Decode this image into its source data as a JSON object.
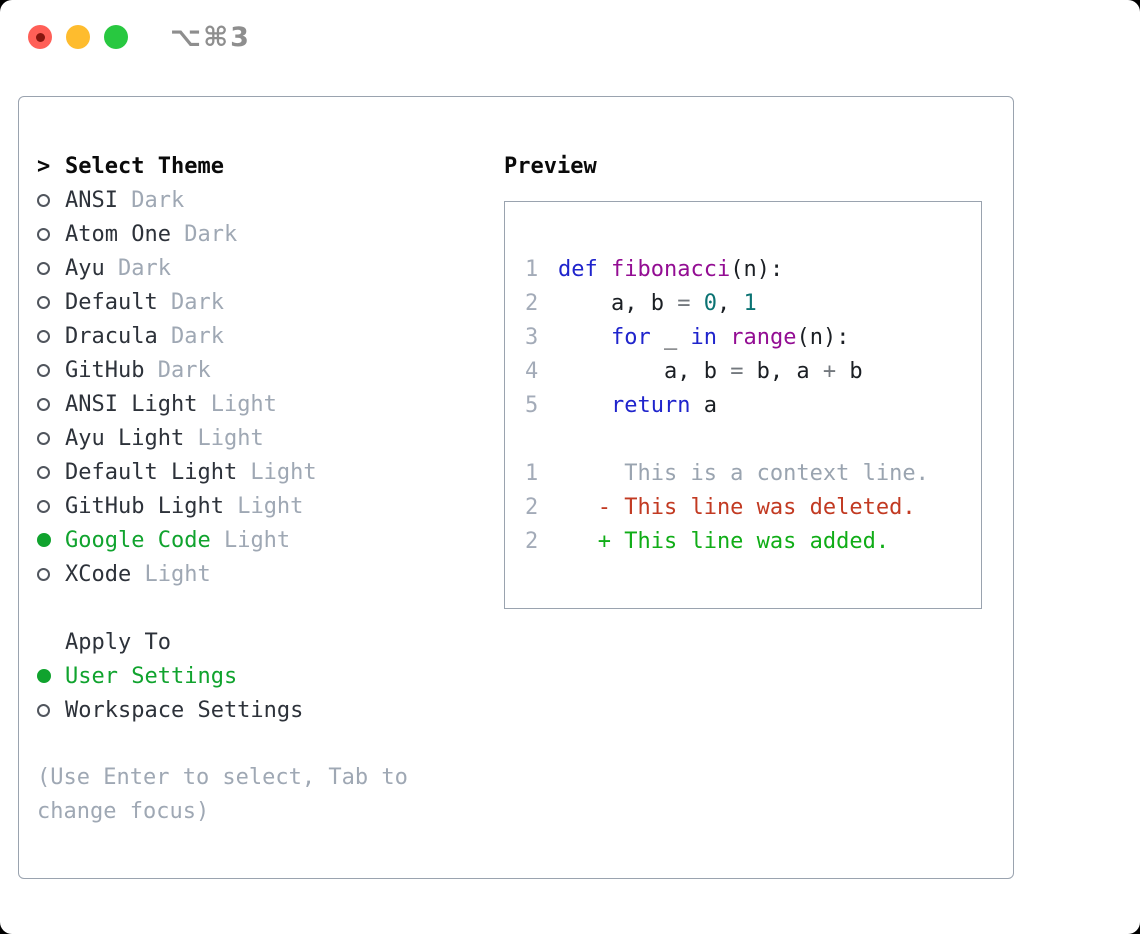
{
  "titlebar": {
    "shortcut": "⌥⌘3",
    "traffic_lights": [
      "close",
      "minimize",
      "zoom"
    ]
  },
  "colors": {
    "selection_green": "#10a32e",
    "diff_added_green": "#10ad17",
    "diff_deleted_red": "#c23a22",
    "muted_gray": "#9fa8b4",
    "border_gray": "#9aa3af",
    "keyword_blue": "#1f24cc",
    "function_purple": "#930d93",
    "number_teal": "#0b7373",
    "traffic_red": "#ff5f57",
    "traffic_yellow": "#febc2e",
    "traffic_green": "#28c840"
  },
  "theme_panel": {
    "header_prefix": ">",
    "header": "Select Theme",
    "themes": [
      {
        "name": "ANSI",
        "variant": "Dark",
        "selected": false
      },
      {
        "name": "Atom One",
        "variant": "Dark",
        "selected": false
      },
      {
        "name": "Ayu",
        "variant": "Dark",
        "selected": false
      },
      {
        "name": "Default",
        "variant": "Dark",
        "selected": false
      },
      {
        "name": "Dracula",
        "variant": "Dark",
        "selected": false
      },
      {
        "name": "GitHub",
        "variant": "Dark",
        "selected": false
      },
      {
        "name": "ANSI Light",
        "variant": "Light",
        "selected": false
      },
      {
        "name": "Ayu Light",
        "variant": "Light",
        "selected": false
      },
      {
        "name": "Default Light",
        "variant": "Light",
        "selected": false
      },
      {
        "name": "GitHub Light",
        "variant": "Light",
        "selected": false
      },
      {
        "name": "Google Code",
        "variant": "Light",
        "selected": true
      },
      {
        "name": "XCode",
        "variant": "Light",
        "selected": false
      }
    ],
    "apply_to": {
      "header": "Apply To",
      "options": [
        {
          "label": "User Settings",
          "selected": true
        },
        {
          "label": "Workspace Settings",
          "selected": false
        }
      ]
    },
    "hint": "(Use Enter to select, Tab to change focus)"
  },
  "preview": {
    "header": "Preview",
    "code_lines": [
      {
        "num": "1",
        "tokens": [
          [
            "keyword",
            "def"
          ],
          [
            "plain",
            " "
          ],
          [
            "title",
            "fibonacci"
          ],
          [
            "plain",
            "(n):"
          ]
        ]
      },
      {
        "num": "2",
        "tokens": [
          [
            "plain",
            "    a, b "
          ],
          [
            "operator",
            "="
          ],
          [
            "plain",
            " "
          ],
          [
            "number",
            "0"
          ],
          [
            "plain",
            ", "
          ],
          [
            "number",
            "1"
          ]
        ]
      },
      {
        "num": "3",
        "tokens": [
          [
            "plain",
            "    "
          ],
          [
            "keyword",
            "for"
          ],
          [
            "plain",
            " _ "
          ],
          [
            "keyword",
            "in"
          ],
          [
            "plain",
            " "
          ],
          [
            "title",
            "range"
          ],
          [
            "plain",
            "(n):"
          ]
        ]
      },
      {
        "num": "4",
        "tokens": [
          [
            "plain",
            "        a, b "
          ],
          [
            "operator",
            "="
          ],
          [
            "plain",
            " b, a "
          ],
          [
            "operator",
            "+"
          ],
          [
            "plain",
            " b"
          ]
        ]
      },
      {
        "num": "5",
        "tokens": [
          [
            "plain",
            "    "
          ],
          [
            "keyword",
            "return"
          ],
          [
            "plain",
            " a"
          ]
        ]
      }
    ],
    "diff_lines": [
      {
        "num": "1",
        "marker": " ",
        "text": "This is a context line.",
        "type": "context"
      },
      {
        "num": "2",
        "marker": "-",
        "text": "This line was deleted.",
        "type": "deleted"
      },
      {
        "num": "2",
        "marker": "+",
        "text": "This line was added.",
        "type": "added"
      }
    ]
  }
}
